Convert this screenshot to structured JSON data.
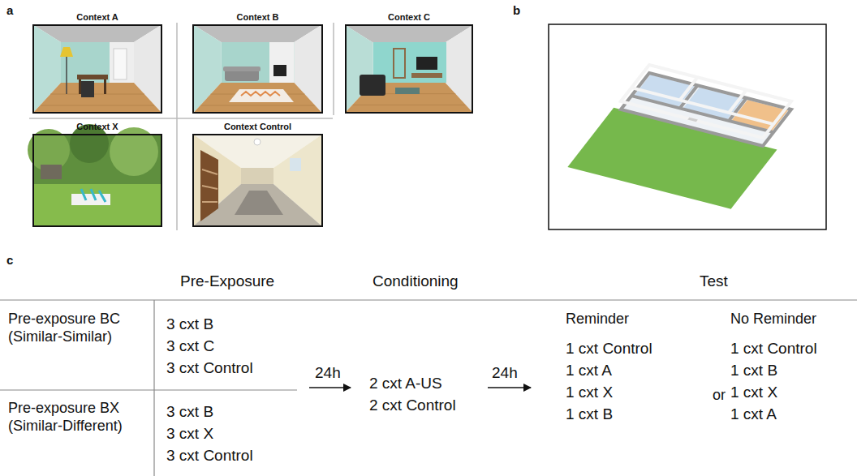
{
  "diagram": {
    "nodes": [
      {
        "text": [
          "Context A"
        ]
      },
      {
        "text": [
          "Context B"
        ]
      },
      {
        "text": [
          "Context C"
        ]
      },
      {
        "text": [
          "Context X"
        ]
      },
      {
        "text": [
          "Context Control"
        ]
      }
    ],
    "labels": [
      "a",
      "b",
      "c",
      "Pre-Exposure",
      "Conditioning",
      "Test",
      "Pre-exposure BC (Similar-Similar)",
      "Pre-exposure BX (Similar-Different)",
      "3 cxt B",
      "3 cxt C",
      "3 cxt Control",
      "3 cxt B",
      "3 cxt X",
      "3 cxt Control",
      "24h",
      "24h",
      "2 cxt A-US",
      "2 cxt Control",
      "Reminder",
      "1 cxt Control",
      "1 cxt A",
      "1 cxt X",
      "1 cxt B",
      "or",
      "No Reminder",
      "1 cxt Control",
      "1 cxt B",
      "1 cxt X",
      "1 cxt A"
    ]
  }
}
